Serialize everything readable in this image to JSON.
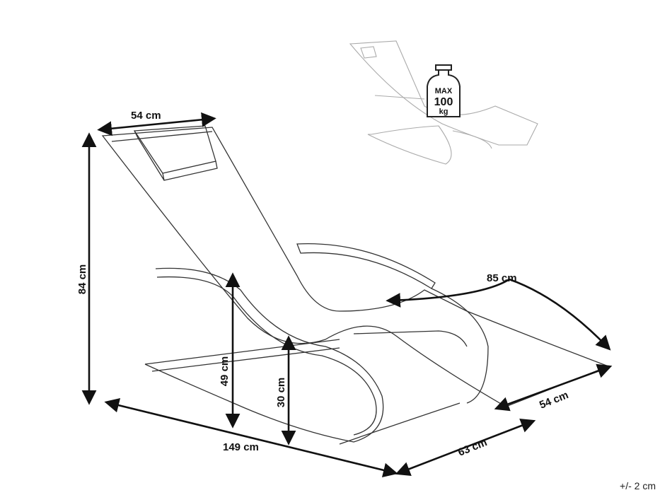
{
  "dimensions": {
    "headrest_width": "54 cm",
    "height": "84 cm",
    "seat_height": "49 cm",
    "base_height": "30 cm",
    "length": "149 cm",
    "depth": "63 cm",
    "foot_width": "54 cm",
    "foot_length": "85 cm"
  },
  "tolerance": "+/- 2 cm",
  "weight_badge": {
    "line1": "MAX",
    "line2": "100",
    "line3": "kg"
  }
}
